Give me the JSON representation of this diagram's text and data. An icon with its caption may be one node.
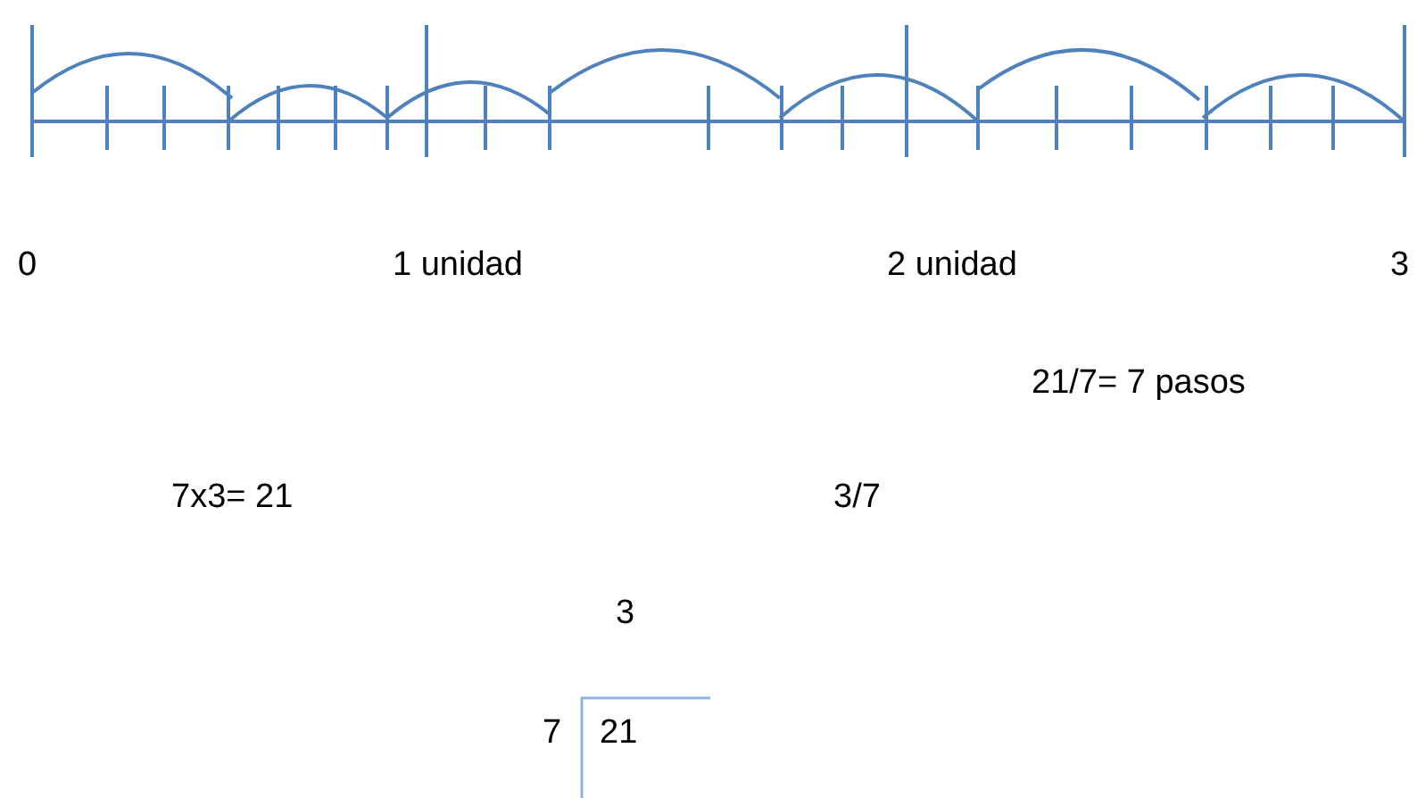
{
  "diagram": {
    "labels": [
      "0",
      "1 unidad",
      "2 unidad",
      "3",
      "21/7= 7 pasos",
      "7x3= 21",
      "3/7",
      "3",
      "7",
      "21"
    ]
  }
}
